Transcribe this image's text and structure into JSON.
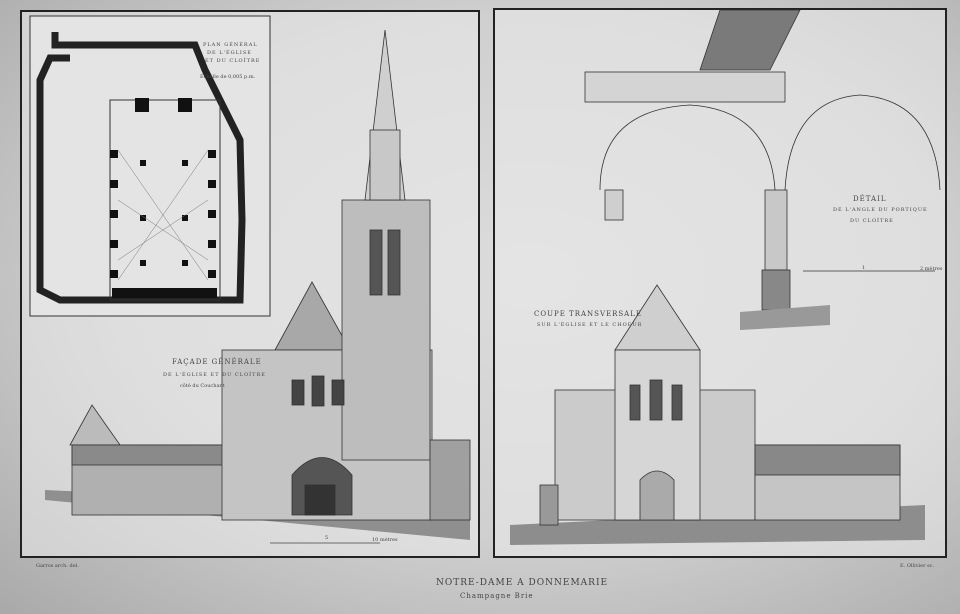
{
  "plate": {
    "title": "NOTRE-DAME A DONNEMARIE",
    "subtitle": "Champagne Brie",
    "credit_left": "Garros arch. del.",
    "credit_right": "E. Ollivier sc."
  },
  "plan": {
    "title_lines": [
      "PLAN GÉNÉRAL",
      "DE L'ÉGLISE",
      "ET DU CLOÎTRE"
    ],
    "scale": "Échelle de 0,005 p.m."
  },
  "facade": {
    "title": "FAÇADE GÉNÉRALE",
    "line2": "DE L'ÉGLISE ET DU CLOÎTRE",
    "line3": "côté du Couchant",
    "scale_mid": "5",
    "scale_end": "10 mètres"
  },
  "section": {
    "title": "COUPE TRANSVERSALE",
    "line2": "SUR L'ÉGLISE ET LE CHOEUR"
  },
  "detail": {
    "title": "DÉTAIL",
    "line2": "DE L'ANGLE DU PORTIQUE",
    "line3": "DU CLOÎTRE",
    "scale_mid": "1",
    "scale_end": "2 mètres"
  },
  "colors": {
    "ink": "#222222",
    "paper": "#dcdcdc",
    "wash": "#8a8a8a"
  }
}
